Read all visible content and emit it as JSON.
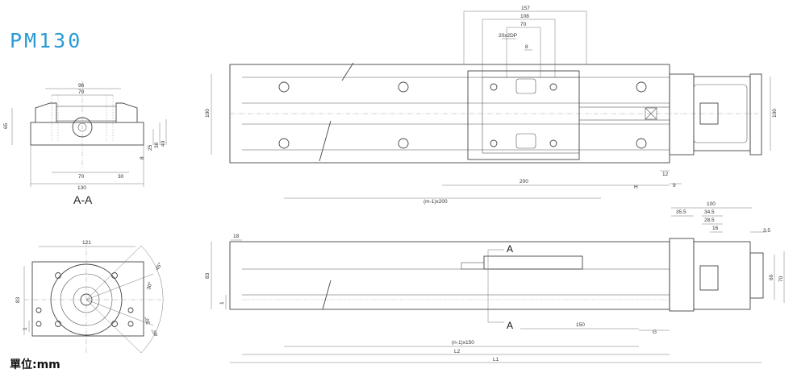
{
  "title": "PM130",
  "section_label": "A-A",
  "unit_label": "單位:mm",
  "colors": {
    "title": "#2a9bd6",
    "line": "#444444",
    "dim": "#666666"
  },
  "end_view": {
    "dims": [
      "96",
      "70",
      "65",
      "70",
      "30",
      "130",
      "25",
      "38",
      "40",
      "8"
    ]
  },
  "flange_view": {
    "dims": [
      "121",
      "83",
      "45°",
      "30°",
      "30°",
      "45°",
      "1"
    ]
  },
  "top_view": {
    "dims": [
      "157",
      "108",
      "70",
      "20x2DP",
      "8",
      "100",
      "100",
      "200",
      "(m-1)x200",
      "H",
      "12",
      "9"
    ]
  },
  "side_view": {
    "dims": [
      "18",
      "83",
      "1",
      "100",
      "35.5",
      "34.5",
      "28.5",
      "16",
      "3.5",
      "60",
      "70",
      "150",
      "G",
      "(n-1)x150",
      "L2",
      "L1"
    ],
    "markers": [
      "A",
      "A"
    ]
  }
}
